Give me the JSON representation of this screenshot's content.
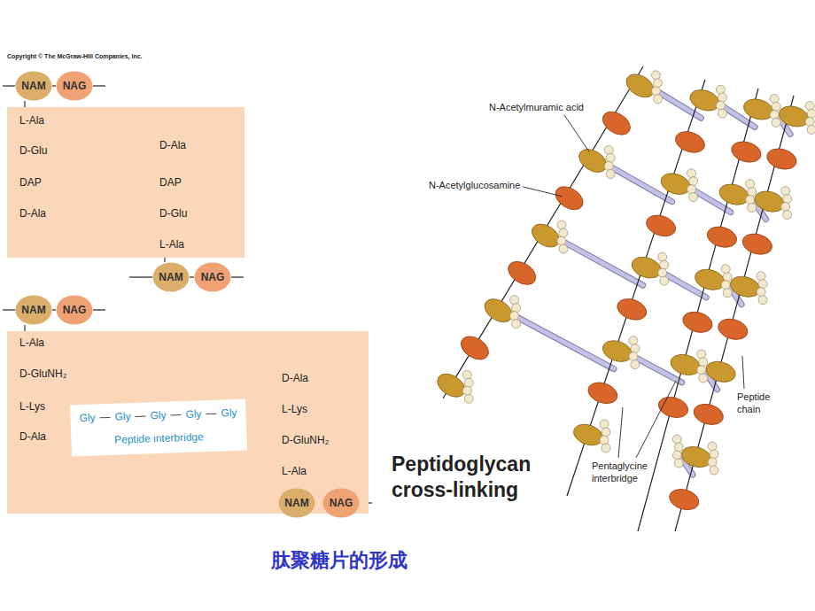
{
  "diagram": {
    "caption": "肽聚糖片的形成",
    "nodes": [
      {
        "text": [
          "NAM"
        ]
      },
      {
        "text": [
          "NAG"
        ]
      },
      {
        "text": [
          "L-Ala",
          "D-Glu",
          "DAP",
          "D-Ala",
          "D-Ala",
          "DAP",
          "D-Glu",
          "L-Ala"
        ]
      },
      {
        "text": [
          "NAM"
        ]
      },
      {
        "text": [
          "NAG"
        ]
      },
      {
        "text": [
          "NAM"
        ]
      },
      {
        "text": [
          "NAG"
        ]
      },
      {
        "text": [
          "L-Ala",
          "D-GluNH₂",
          "L-Lys",
          "D-Ala",
          "D-Ala",
          "L-Lys",
          "D-GluNH₂",
          "L-Ala"
        ]
      },
      {
        "text": [
          "Gly",
          "Gly",
          "Gly",
          "Gly",
          "Gly",
          "Peptide interbridge"
        ],
        "in": 7
      },
      {
        "text": [
          "NAM"
        ]
      },
      {
        "text": [
          "NAG"
        ]
      }
    ],
    "edges": [
      {
        "from": 0,
        "to": 1,
        "arrow": "none"
      },
      {
        "from": 3,
        "to": 4,
        "arrow": "none"
      },
      {
        "from": 5,
        "to": 6,
        "arrow": "none"
      },
      {
        "from": 9,
        "to": 10,
        "arrow": "none"
      }
    ],
    "labels": [
      "Copyright © The McGraw-Hill Companies, Inc.",
      "N-Acetylmuramic acid",
      "N-Acetylglucosamine",
      "Peptidoglycan cross-linking",
      "Peptide chain",
      "Pentaglycine interbridge"
    ]
  }
}
